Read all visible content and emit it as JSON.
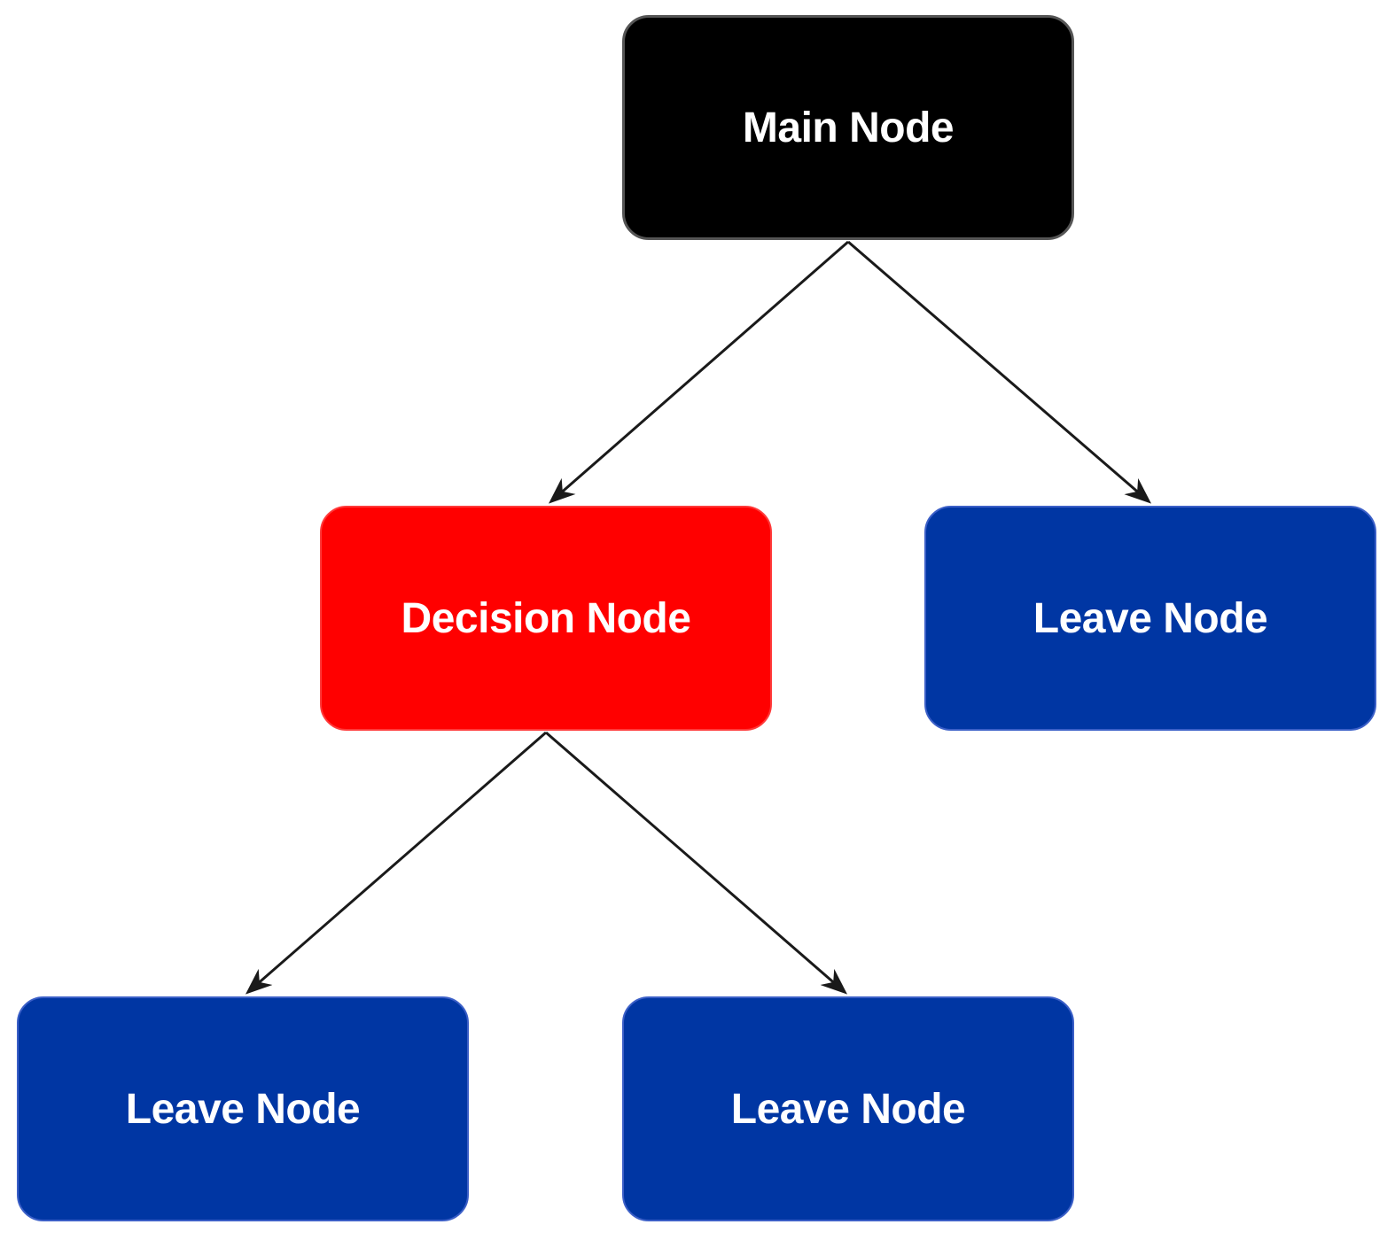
{
  "colors": {
    "root": "#000000",
    "decision": "#ff0000",
    "leaf": "#0036a3",
    "edge": "#1a1a1a",
    "text": "#ffffff",
    "background": "#ffffff"
  },
  "nodes": {
    "root": {
      "label": "Main Node",
      "type": "root"
    },
    "decision": {
      "label": "Decision Node",
      "type": "decision"
    },
    "leaf_right": {
      "label": "Leave Node",
      "type": "leaf"
    },
    "leaf_bottom_left": {
      "label": "Leave Node",
      "type": "leaf"
    },
    "leaf_bottom_middle": {
      "label": "Leave Node",
      "type": "leaf"
    }
  },
  "edges": [
    {
      "from": "root",
      "to": "decision"
    },
    {
      "from": "root",
      "to": "leaf_right"
    },
    {
      "from": "decision",
      "to": "leaf_bottom_left"
    },
    {
      "from": "decision",
      "to": "leaf_bottom_middle"
    }
  ]
}
